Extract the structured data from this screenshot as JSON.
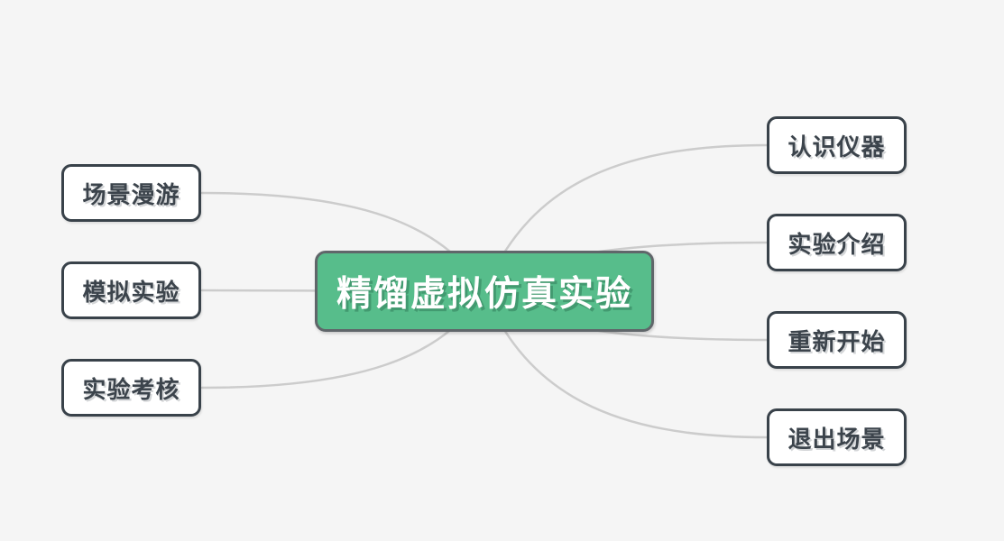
{
  "diagram": {
    "type": "mindmap-menu",
    "colors": {
      "background": "#f5f5f5",
      "edge": "#cccccc",
      "center-fill": "#57bd8b",
      "center-border": "#60666a",
      "center-text": "#ffffff",
      "node-fill": "#ffffff",
      "node-border": "#39424a",
      "node-text": "#3c444c"
    },
    "center": {
      "label": "精馏虚拟仿真实验"
    },
    "left_nodes": [
      {
        "label": "场景漫游"
      },
      {
        "label": "模拟实验"
      },
      {
        "label": "实验考核"
      }
    ],
    "right_nodes": [
      {
        "label": "认识仪器"
      },
      {
        "label": "实验介绍"
      },
      {
        "label": "重新开始"
      },
      {
        "label": "退出场景"
      }
    ],
    "connections": [
      {
        "from": "精馏虚拟仿真实验",
        "to": "场景漫游"
      },
      {
        "from": "精馏虚拟仿真实验",
        "to": "模拟实验"
      },
      {
        "from": "精馏虚拟仿真实验",
        "to": "实验考核"
      },
      {
        "from": "精馏虚拟仿真实验",
        "to": "认识仪器"
      },
      {
        "from": "精馏虚拟仿真实验",
        "to": "实验介绍"
      },
      {
        "from": "精馏虚拟仿真实验",
        "to": "重新开始"
      },
      {
        "from": "精馏虚拟仿真实验",
        "to": "退出场景"
      }
    ]
  }
}
